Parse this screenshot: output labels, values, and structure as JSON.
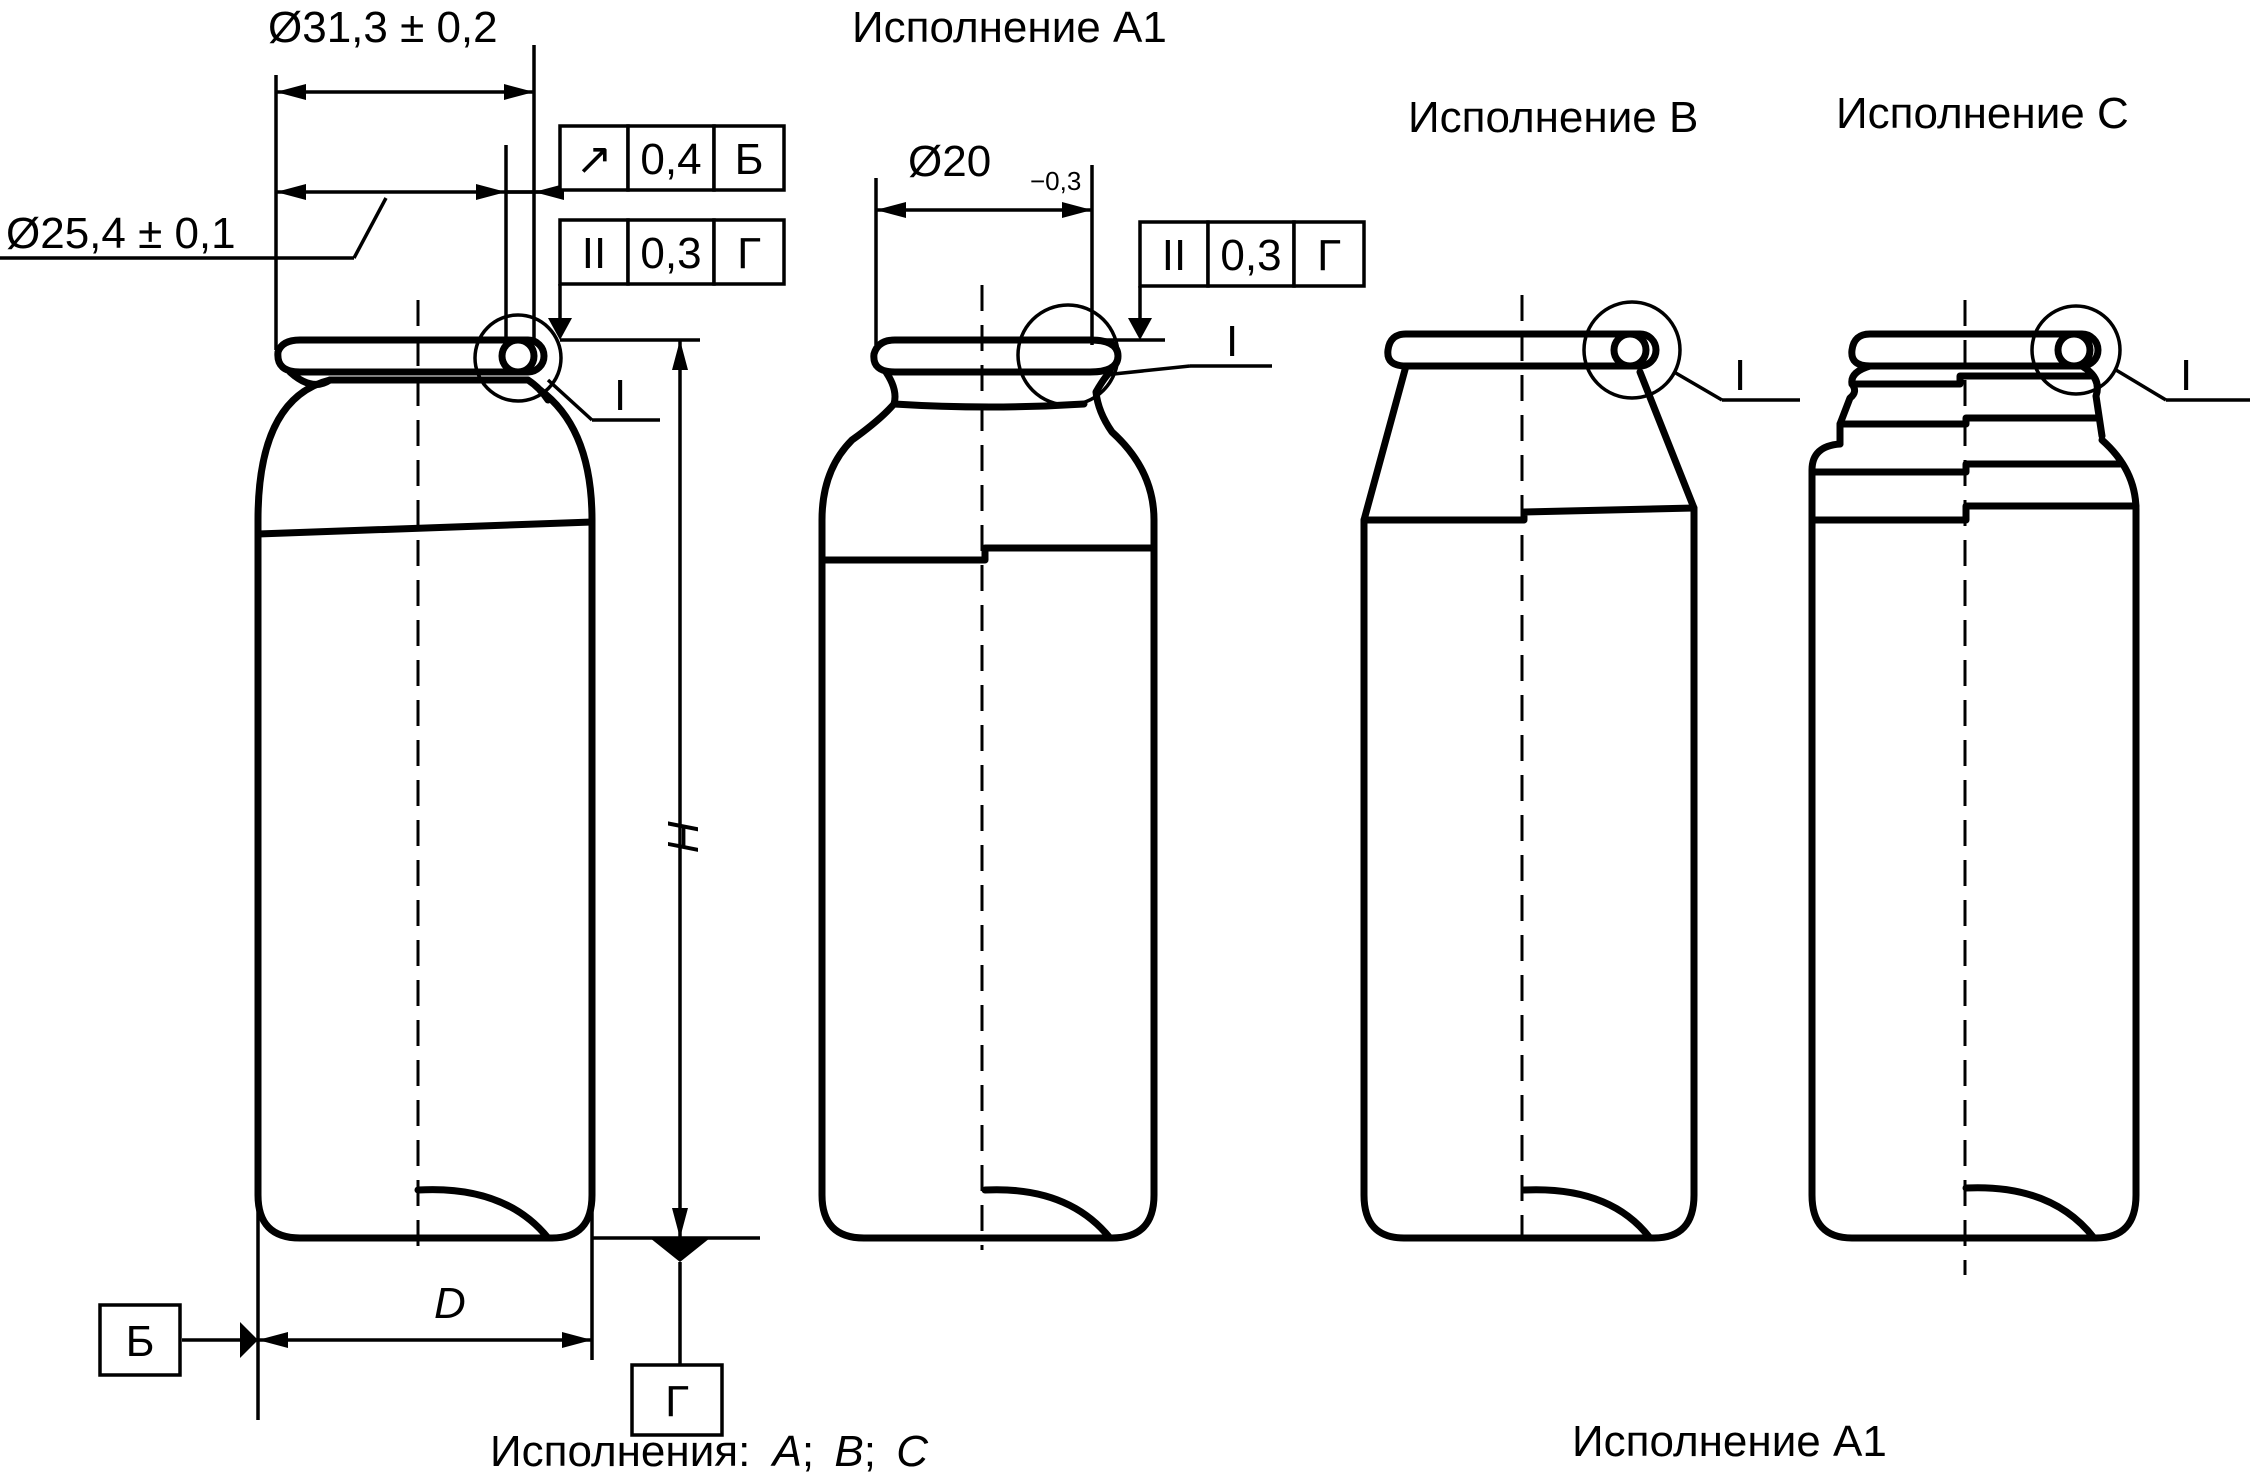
{
  "labels": {
    "variant_a1_top": "Исполнение А1",
    "variant_b": "Исполнение В",
    "variant_c": "Исполнение С",
    "variants_abc": "Исполнения:",
    "variant_a": "А",
    "variant_b_letter": "В",
    "variant_c_letter": "С",
    "separator": ";",
    "variant_a1_bottom": "Исполнение А1"
  },
  "dimensions": {
    "outer_diameter": "Ø31,3 ± 0,2",
    "inner_diameter": "Ø25,4 ± 0,1",
    "neck_diameter_base": "Ø20",
    "neck_diameter_tol": "−0,3",
    "height": "H",
    "diameter": "D"
  },
  "tolerance_frames": [
    {
      "symbol": "↗",
      "value": "0,4",
      "datum": "Б"
    },
    {
      "symbol": "II",
      "value": "0,3",
      "datum": "Г"
    },
    {
      "symbol": "II",
      "value": "0,3",
      "datum": "Г"
    }
  ],
  "datums": {
    "b": "Б",
    "g": "Г"
  },
  "detail_callout": "I"
}
